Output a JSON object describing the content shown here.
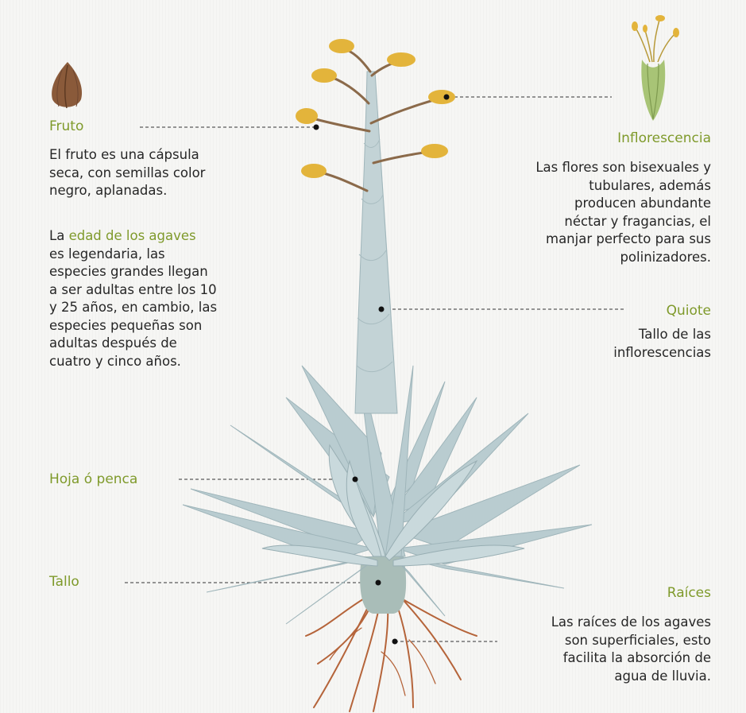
{
  "colors": {
    "label": "#7f9a2b",
    "body_text": "#262626",
    "leaf": "#b9ccd0",
    "flower": "#e3b43b",
    "roots": "#b5643a",
    "fruit": "#8a5a3a"
  },
  "icons": [
    "fruit-capsule-icon",
    "agave-flower-icon"
  ],
  "labels": {
    "fruto": {
      "title": "Fruto",
      "text": "El fruto es una cápsula\nseca, con semillas color\nnegro, aplanadas."
    },
    "edad": {
      "prefix": "La ",
      "highlight": "edad de los agaves",
      "text": "es legendaria, las\nespecies grandes llegan\na ser adultas entre los 10\ny 25 años, en cambio, las\nespecies pequeñas son\nadultas después de\ncuatro y cinco años."
    },
    "inflorescencia": {
      "title": "Inflorescencia",
      "text": "Las flores son bisexuales y\ntubulares, además\nproducen abundante\nnéctar y fragancias, el\nmanjar perfecto para sus\npolinizadores."
    },
    "quiote": {
      "title": "Quiote",
      "text": "Tallo de las\ninflorescencias"
    },
    "hoja": {
      "title": "Hoja ó penca"
    },
    "tallo": {
      "title": "Tallo"
    },
    "raices": {
      "title": "Raíces",
      "text": "Las raíces de los agaves\nson superficiales, esto\nfacilita la absorción de\nagua de lluvia."
    }
  }
}
